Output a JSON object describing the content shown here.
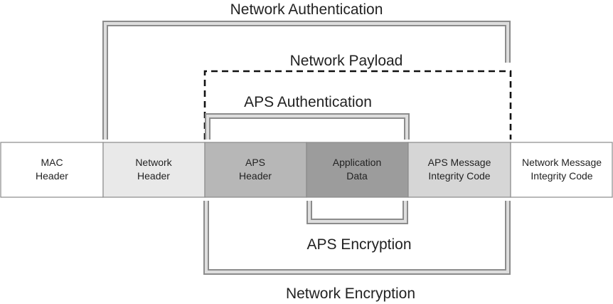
{
  "labels": {
    "network_authentication": "Network Authentication",
    "network_payload": "Network Payload",
    "aps_authentication": "APS Authentication",
    "aps_encryption": "APS Encryption",
    "network_encryption": "Network Encryption"
  },
  "frame_cells": [
    {
      "id": "mac-header",
      "line1": "MAC",
      "line2": "Header",
      "fill": "#ffffff"
    },
    {
      "id": "network-header",
      "line1": "Network",
      "line2": "Header",
      "fill": "#e9e9e9"
    },
    {
      "id": "aps-header",
      "line1": "APS",
      "line2": "Header",
      "fill": "#b7b7b7"
    },
    {
      "id": "application-data",
      "line1": "Application",
      "line2": "Data",
      "fill": "#9c9c9c"
    },
    {
      "id": "aps-mic",
      "line1": "APS Message",
      "line2": "Integrity Code",
      "fill": "#d6d6d6"
    },
    {
      "id": "network-mic",
      "line1": "Network Message",
      "line2": "Integrity Code",
      "fill": "#ffffff"
    }
  ],
  "colors": {
    "bracket_outer": "#8c8c8c",
    "bracket_inner": "#d8d8d8",
    "cell_border": "#8a8a8a",
    "dash": "#111111"
  }
}
